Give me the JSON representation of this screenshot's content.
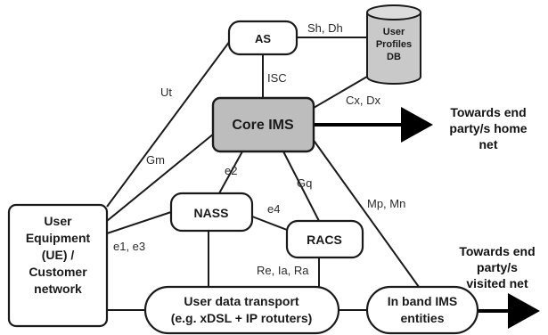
{
  "nodes": {
    "as": "AS",
    "db": [
      "User",
      "Profiles",
      "DB"
    ],
    "core": "Core IMS",
    "nass": "NASS",
    "racs": "RACS",
    "ue": [
      "User",
      "Equipment",
      "(UE) /",
      "Customer",
      "network"
    ],
    "transport": [
      "User data transport",
      "(e.g. xDSL + IP rotuters)"
    ],
    "inband": [
      "In band IMS",
      "entities"
    ]
  },
  "interfaces": {
    "sh_dh": "Sh, Dh",
    "isc": "ISC",
    "ut": "Ut",
    "cx_dx": "Cx, Dx",
    "gm": "Gm",
    "e2": "e2",
    "gq": "Gq",
    "e4": "e4",
    "mp_mn": "Mp, Mn",
    "e1_e3": "e1, e3",
    "re_ia_ra": "Re, Ia, Ra"
  },
  "outputs": {
    "home": [
      "Towards end",
      "party/s home",
      "net"
    ],
    "visited": [
      "Towards end",
      "party/s",
      "visited net"
    ]
  },
  "colors": {
    "core_fill": "#bdbdbd",
    "db_fill": "#c9c9c9",
    "box_fill": "#ffffff",
    "stroke": "#1a1a1a"
  }
}
